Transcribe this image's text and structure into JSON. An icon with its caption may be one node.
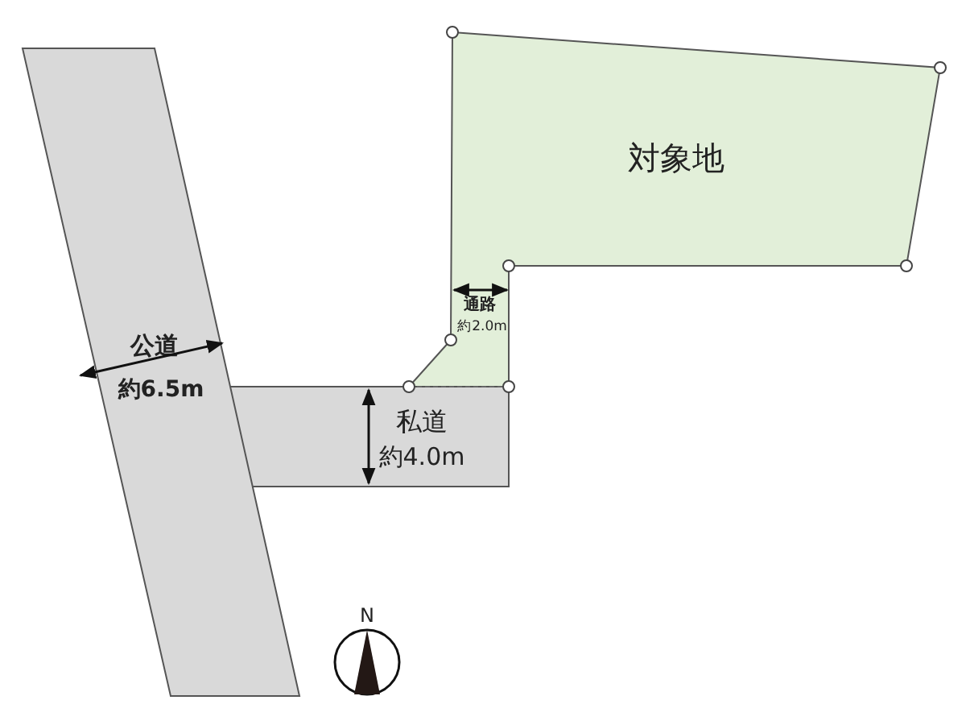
{
  "diagram": {
    "nodes": [
      {
        "text": [
          "公道"
        ]
      },
      {
        "text": [
          "私道"
        ]
      },
      {
        "text": [
          "対象地"
        ]
      }
    ],
    "labels": [
      "約6.5m",
      "約4.0m",
      "通路",
      "約2.0m",
      "N"
    ]
  }
}
